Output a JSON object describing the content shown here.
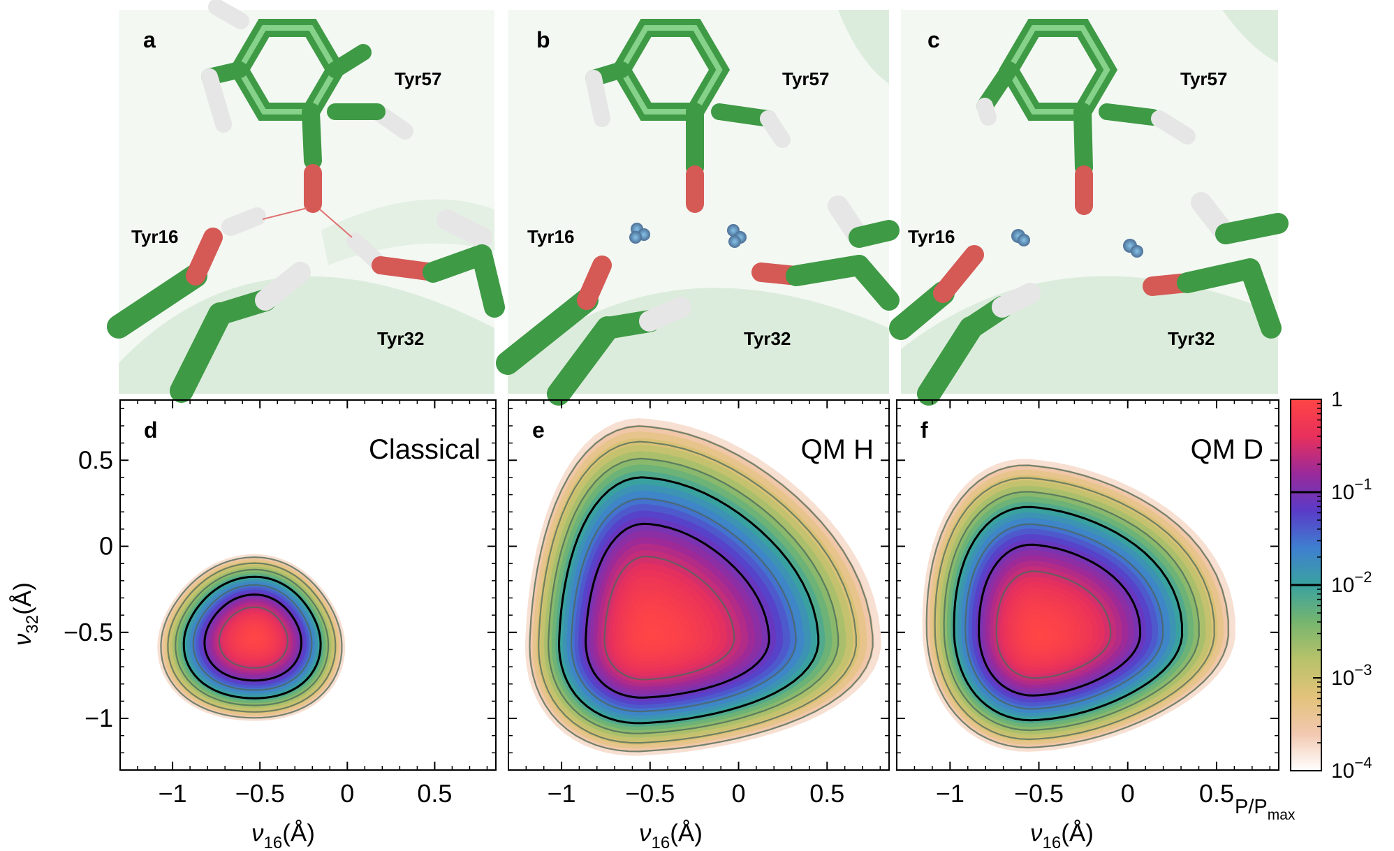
{
  "structures": [
    {
      "letter": "a",
      "labels": {
        "top": "Tyr57",
        "left": "Tyr16",
        "bottom": "Tyr32"
      }
    },
    {
      "letter": "b",
      "labels": {
        "top": "Tyr57",
        "left": "Tyr16",
        "bottom": "Tyr32"
      }
    },
    {
      "letter": "c",
      "labels": {
        "top": "Tyr57",
        "left": "Tyr16",
        "bottom": "Tyr32"
      }
    }
  ],
  "colors": {
    "carbon": "#3f9a45",
    "carbon_light": "#86d28a",
    "oxygen": "#d55a55",
    "hydrogen": "#e6e6e6",
    "protein_ribbon": "#dcecdc",
    "deuterium": "#6f8fb0"
  },
  "axes": {
    "xlabel_main": "ν",
    "xlabel_sub": "16",
    "xlabel_unit": "(Å)",
    "ylabel_main": "ν",
    "ylabel_sub": "32",
    "ylabel_unit": "(Å)",
    "xticks": [
      "−1",
      "−0.5",
      "0",
      "0.5"
    ],
    "yticks": [
      "0.5",
      "0",
      "−0.5",
      "−1"
    ]
  },
  "colorbar": {
    "label_main": "P/P",
    "label_sub": "max",
    "ticks": [
      {
        "base": "1",
        "exp": ""
      },
      {
        "base": "10",
        "exp": "−1"
      },
      {
        "base": "10",
        "exp": "−2"
      },
      {
        "base": "10",
        "exp": "−3"
      },
      {
        "base": "10",
        "exp": "−4"
      }
    ],
    "scale": "log",
    "range": [
      0.0001,
      1
    ],
    "black_contour_levels": [
      0.1,
      0.01
    ],
    "stops": [
      "#ffffff",
      "#f2c8b0",
      "#e2c27a",
      "#b8c26a",
      "#76b56e",
      "#3aa2a0",
      "#3f7fd0",
      "#5a3bc8",
      "#9a2a9a",
      "#e8305c",
      "#ff4545"
    ]
  },
  "chart_data": [
    {
      "type": "heatmap",
      "panel": "d",
      "title": "Classical",
      "xlim": [
        -1.3,
        0.85
      ],
      "ylim": [
        -1.3,
        0.85
      ],
      "peak": {
        "x": -0.53,
        "y": -0.53
      },
      "extent": {
        "x": [
          -1.1,
          0.0
        ],
        "y": [
          -1.05,
          -0.05
        ]
      }
    },
    {
      "type": "heatmap",
      "panel": "e",
      "title": "QM H",
      "xlim": [
        -1.3,
        0.85
      ],
      "ylim": [
        -1.3,
        0.85
      ],
      "peak": {
        "x": -0.5,
        "y": -0.52
      },
      "extent": {
        "x": [
          -1.25,
          0.8
        ],
        "y": [
          -1.25,
          0.75
        ]
      }
    },
    {
      "type": "heatmap",
      "panel": "f",
      "title": "QM D",
      "xlim": [
        -1.3,
        0.85
      ],
      "ylim": [
        -1.3,
        0.85
      ],
      "peak": {
        "x": -0.5,
        "y": -0.52
      },
      "extent": {
        "x": [
          -1.2,
          0.6
        ],
        "y": [
          -1.2,
          0.55
        ]
      }
    }
  ]
}
